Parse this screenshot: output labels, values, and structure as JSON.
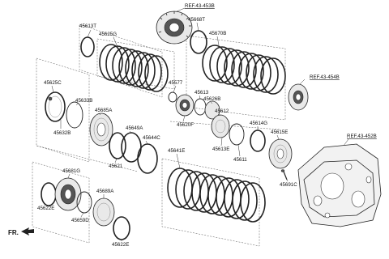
{
  "labels": {
    "p45613T": "45613T",
    "p45625G": "45625G",
    "p45668T": "45668T",
    "p45670B": "45670B",
    "p45625C": "45625C",
    "p45633B": "45633B",
    "p45632B": "45632B",
    "p45685A": "45685A",
    "p45577": "45577",
    "p45613": "45613",
    "p45626B": "45626B",
    "p45620F": "45620F",
    "p45612": "45612",
    "p45614G": "45614G",
    "p45613E": "45613E",
    "p45611": "45611",
    "p45615E": "45615E",
    "p45649A": "45649A",
    "p45644C": "45644C",
    "p45621": "45621",
    "p45641E": "45641E",
    "p45691C": "45691C",
    "p45681G": "45681G",
    "p45622E_left": "45622E",
    "p45689A": "45689A",
    "p45659D": "45659D",
    "p45622E_bottom": "45622E"
  },
  "references": {
    "ref_453b": "REF.43-453B",
    "ref_454b": "REF.43-454B",
    "ref_452b": "REF.43-452B"
  },
  "direction": {
    "front_label": "FR."
  }
}
